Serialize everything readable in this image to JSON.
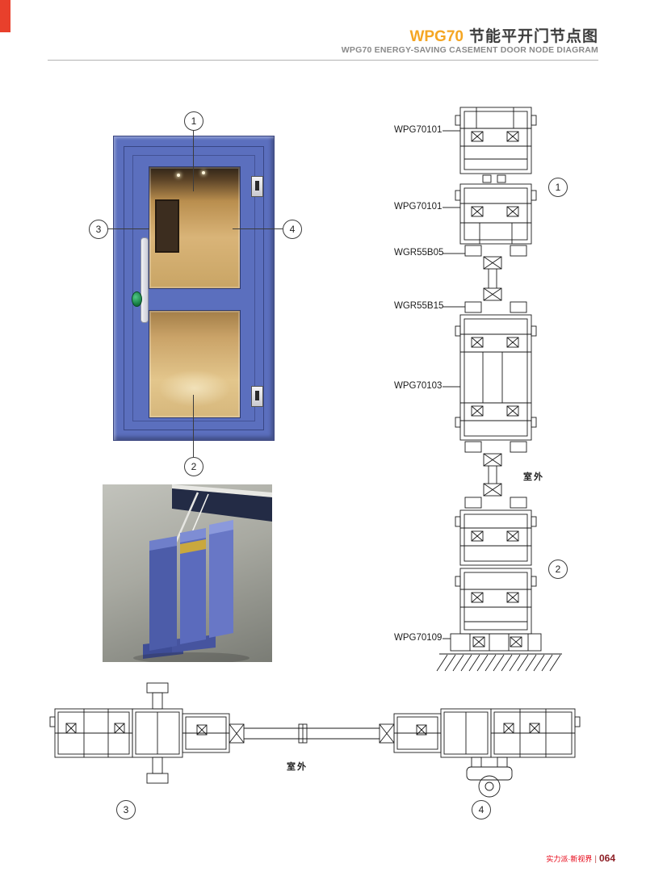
{
  "header": {
    "model": "WPG70",
    "title_cn": "节能平开门节点图",
    "subtitle_en": "WPG70 ENERGY-SAVING CASEMENT DOOR NODE DIAGRAM"
  },
  "callouts": {
    "n1": "1",
    "n2": "2",
    "n3": "3",
    "n4": "4"
  },
  "vertical_section": {
    "labels": [
      "WPG70101",
      "WPG70101",
      "WGR55B05",
      "WGR55B15",
      "WPG70103",
      "WPG70109"
    ],
    "outdoor_label": "室外"
  },
  "horizontal_section": {
    "outdoor_label": "室外"
  },
  "footer": {
    "slogan": "实力派·新视界",
    "separator": "|",
    "page_number": "064"
  },
  "colors": {
    "accent_orange": "#f5a623",
    "corner_red": "#e8402c",
    "door_blue": "#5b6fbe",
    "footer_red": "#e60012",
    "line_dark": "#1a1a1a"
  }
}
